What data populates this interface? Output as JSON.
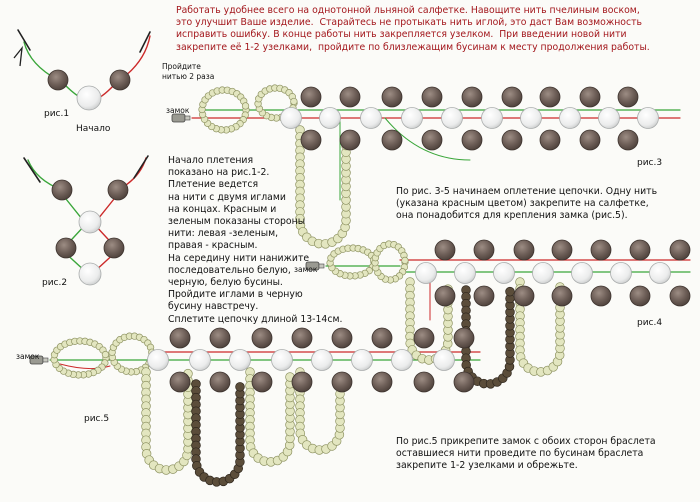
{
  "colors": {
    "brown_bead": "#6e5f58",
    "white_bead": "#eceded",
    "seed_bead": "#e3e6c0",
    "dark_seed_bead": "#5b4d3a",
    "red_thread": "#cc2a2a",
    "green_thread": "#3aa63a",
    "heading_text": "#a3171c"
  },
  "instructions": {
    "intro": "Работать удобнее всего на однотонной льняной салфетке. Навощите нить пчелиным воском,\nэто улучшит Ваше изделие.  Старайтесь не протыкать нить иглой, это даст Вам возможность\nисправить ошибку. В конце работы нить закрепляется узелком.  При введении новой нити\nзакрепите её 1-2 узелками,  пройдите по близлежащим бусинам к месту продолжения работы.",
    "start": "Начало плетения\nпоказано на рис.1-2.\nПлетение ведется\nна нити с двумя иглами\nна концах. Красным и\nзеленым показаны стороны\nнити: левая -зеленым,\nправая - красным.\nНа середину нити нанижите\nпоследовательно белую,\nчерную, белую бусины.\nПройдите иглами в черную\nбусину навстречу.\nСплетите цепочку длиной 13-14см.",
    "step3_5": "По рис. 3-5 начинаем оплетение цепочки. Одну нить\n(указана красным цветом) закрепите на салфетке,\nона понадобится для крепления замка (рис.5).",
    "step5": "По рис.5 прикрепите замок с обоих сторон браслета\nоставшиеся нити проведите по бусинам браслета\nзакрепите 1-2 узелками и обрежьте."
  },
  "labels": {
    "fig1": "рис.1",
    "fig2": "рис.2",
    "fig3": "рис.3",
    "fig4": "рис.4",
    "fig5": "рис.5",
    "start": "Начало",
    "pass_twice": "Пройдите\nнитью 2 раза",
    "clasp": "замок"
  }
}
